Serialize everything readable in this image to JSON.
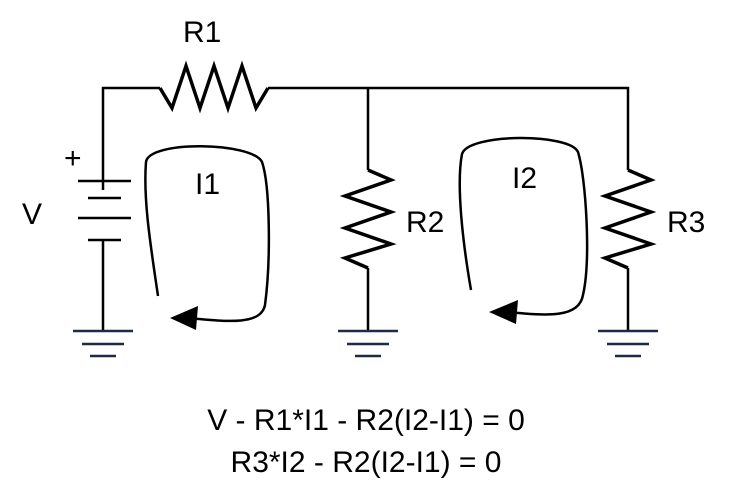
{
  "labels": {
    "r1": "R1",
    "r2": "R2",
    "r3": "R3",
    "v": "V",
    "plus": "+",
    "i1": "I1",
    "i2": "I2"
  },
  "equations": {
    "line1": "V - R1*I1 - R2(I2-I1) = 0",
    "line2": "R3*I2 - R2(I2-I1) = 0"
  }
}
